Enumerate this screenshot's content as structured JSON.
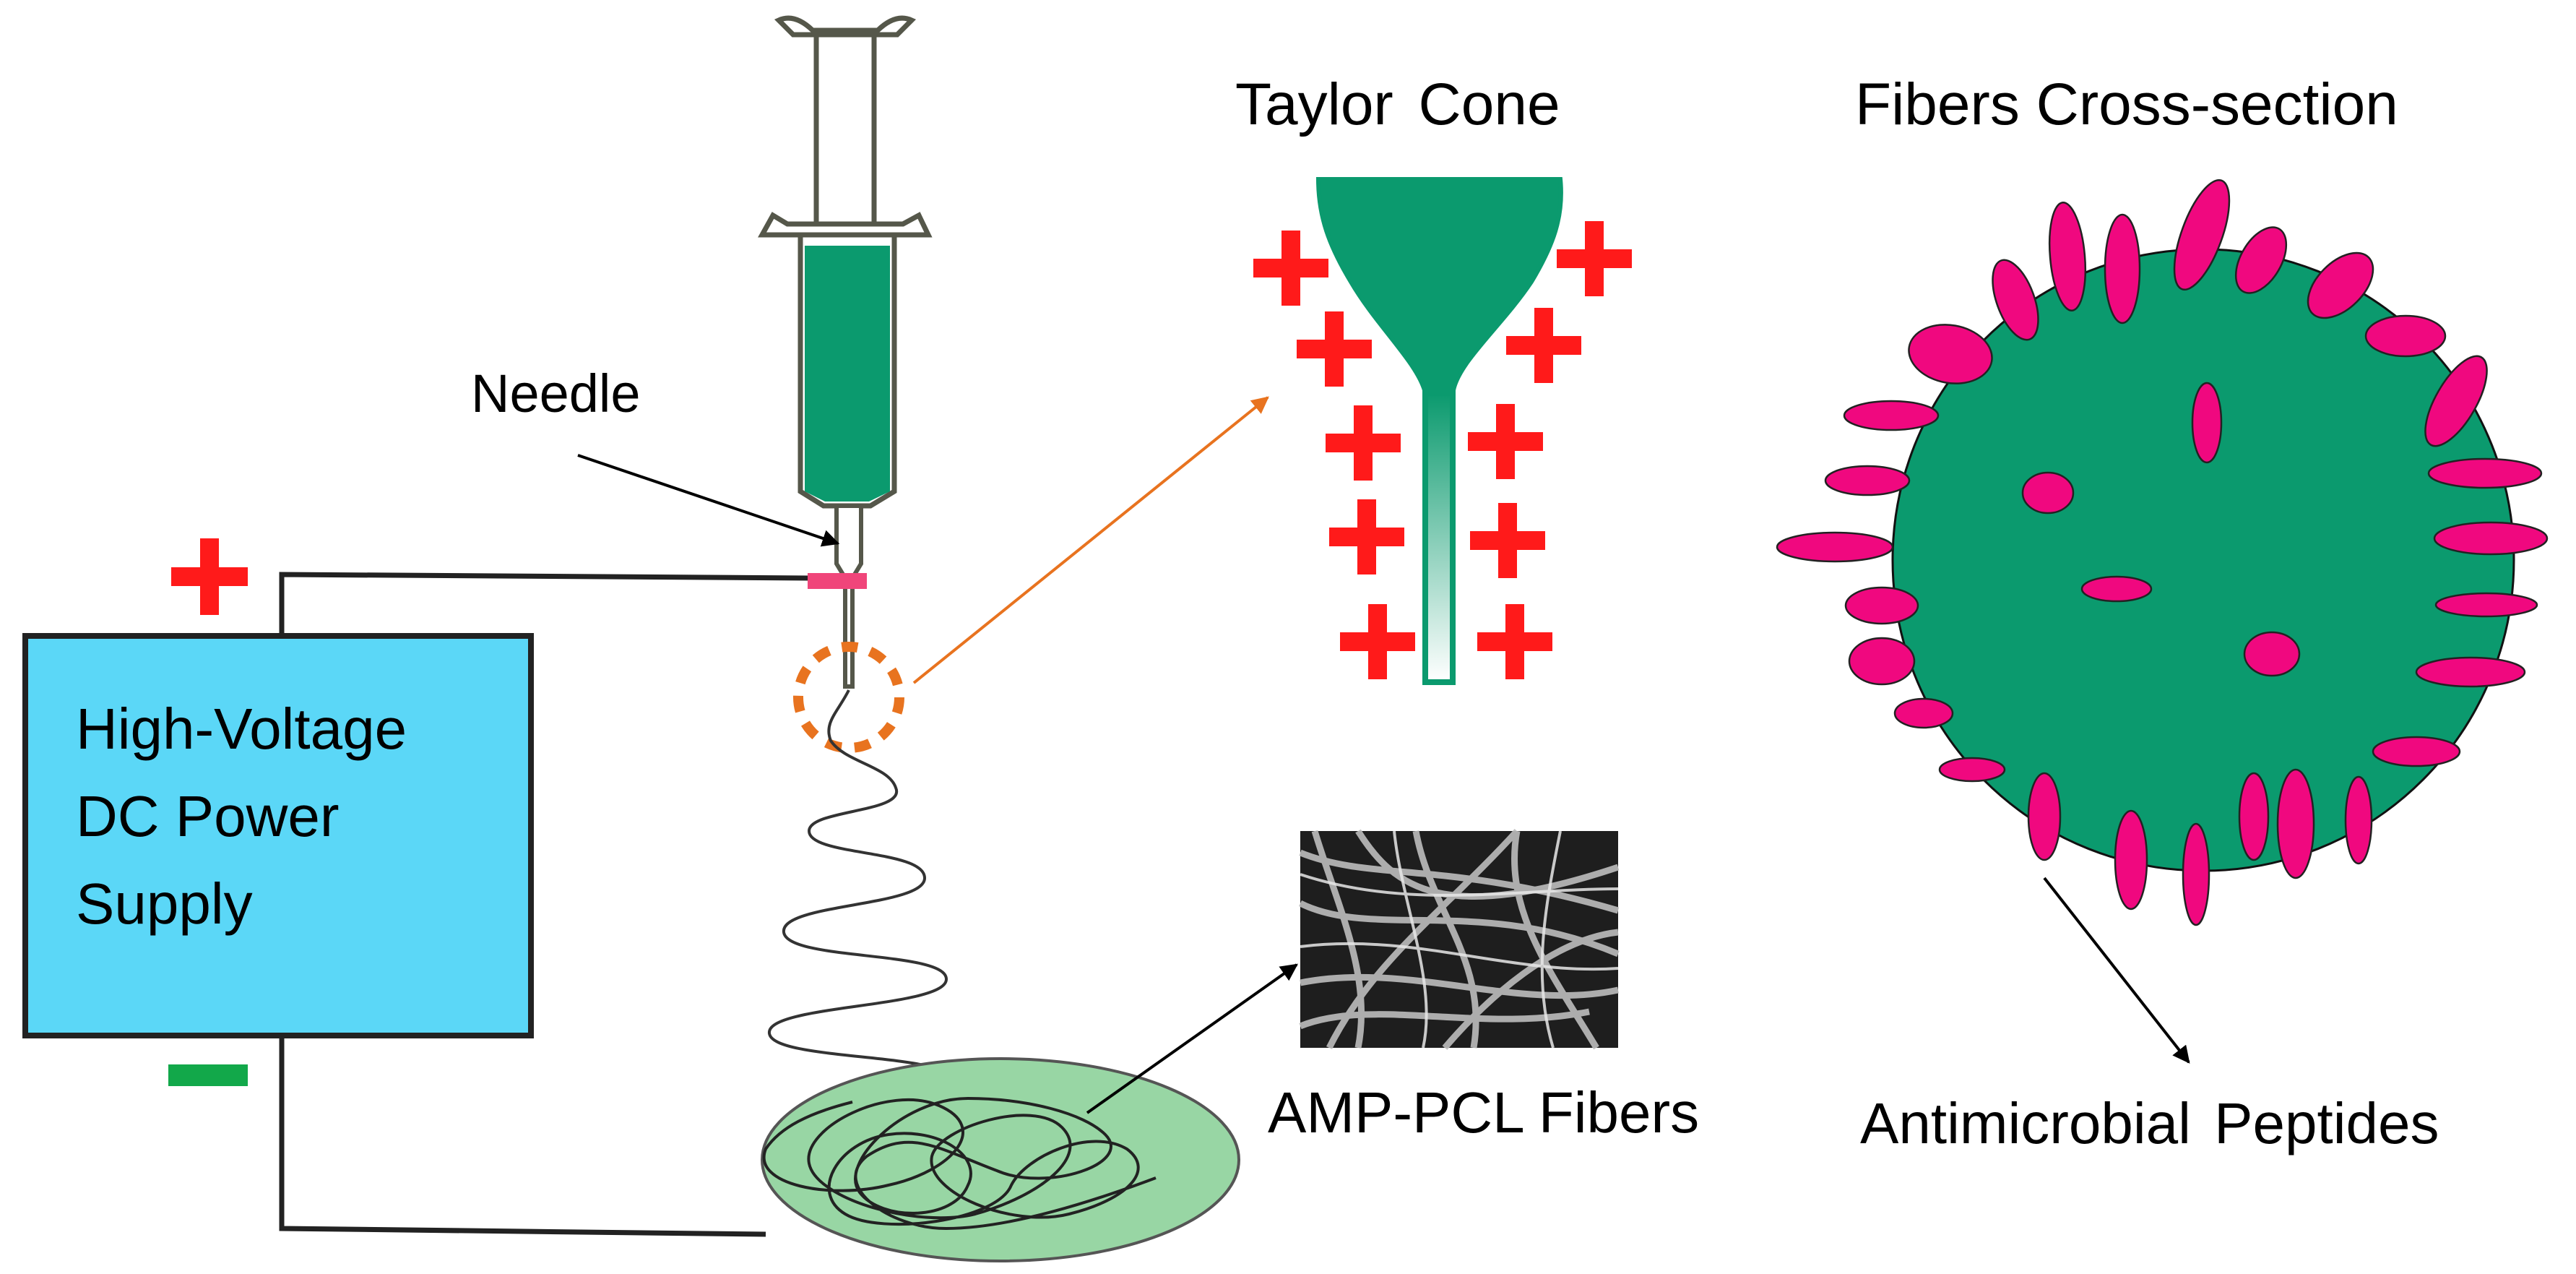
{
  "labels": {
    "needle": "Needle",
    "taylor_cone": "Taylor Cone",
    "fibers_cross_section": "Fibers Cross-section",
    "amp_pcl_fibers": "AMP-PCL Fibers",
    "antimicrobial_peptides": "Antimicrobial Peptides"
  },
  "power_supply": {
    "line1": "High-Voltage",
    "line2": "DC Power",
    "line3": "Supply",
    "positive_symbol": "+",
    "negative_symbol": "−"
  },
  "colors": {
    "polymer_green": "#0b9a6e",
    "power_supply_blue": "#5bd7f7",
    "positive_red": "#ff1a1a",
    "negative_green": "#12a84a",
    "peptide_pink": "#f0087f",
    "collector_green": "#98d6a4",
    "taylor_cone_arrow": "#e8731f",
    "needle_collar": "#f0457a"
  }
}
